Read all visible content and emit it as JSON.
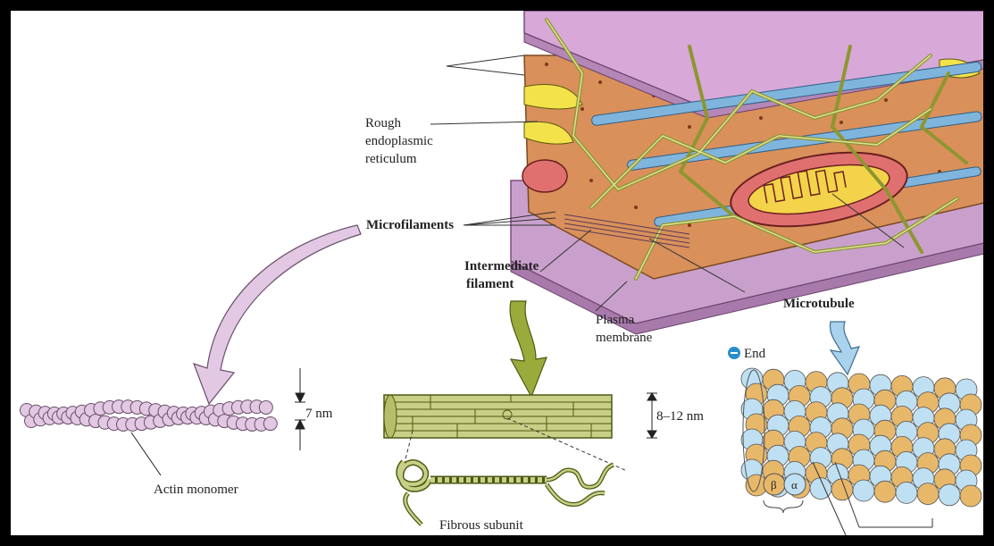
{
  "labels": {
    "rough_er": [
      "Rough",
      "endoplasmic",
      "reticulum"
    ],
    "microfilaments": "Microfilaments",
    "intermediate_filament": [
      "Intermediate",
      "filament"
    ],
    "plasma_membrane": [
      "Plasma",
      "membrane"
    ],
    "microtubule": "Microtubule",
    "minus_end": "End",
    "actin_monomer": "Actin monomer",
    "actin_dim": "7 nm",
    "if_dim": "8–12 nm",
    "fibrous_subunit": "Fibrous subunit",
    "beta": "β",
    "alpha": "α"
  },
  "colors": {
    "actin": "#e3c8e3",
    "intermediate": "#c9cf86",
    "microtubule_alpha": "#bfe0f2",
    "microtubule_beta": "#e8b86a",
    "membrane": "#c9a0cc",
    "er": "#d9905a",
    "mito": "#e07070",
    "arrow_pink": "#e3c8e3",
    "arrow_green": "#9bab3b",
    "arrow_blue": "#a9d2ec"
  }
}
